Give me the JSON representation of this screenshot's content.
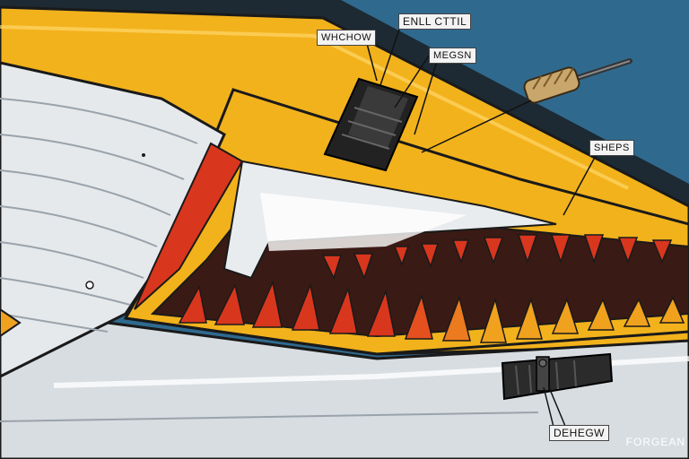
{
  "labels": [
    {
      "id": "callout-1",
      "text": "WHCHOW"
    },
    {
      "id": "callout-2",
      "text": "ENLL CTTIL"
    },
    {
      "id": "callout-3",
      "text": "MEGSN"
    },
    {
      "id": "callout-4",
      "text": "SHEPS"
    },
    {
      "id": "callout-5",
      "text": "DEHEGW"
    }
  ],
  "watermark": "FORGEAN",
  "colors": {
    "background": "#2f6a8e",
    "hull_yellow": "#f2b21c",
    "hull_white": "#e9ecef",
    "teeth_red": "#d9361e",
    "teeth_orange": "#f0a21f",
    "outline": "#1a1a1a"
  },
  "icons": [
    "clamp-icon",
    "screw-tool-icon",
    "rivet-band-icon"
  ]
}
